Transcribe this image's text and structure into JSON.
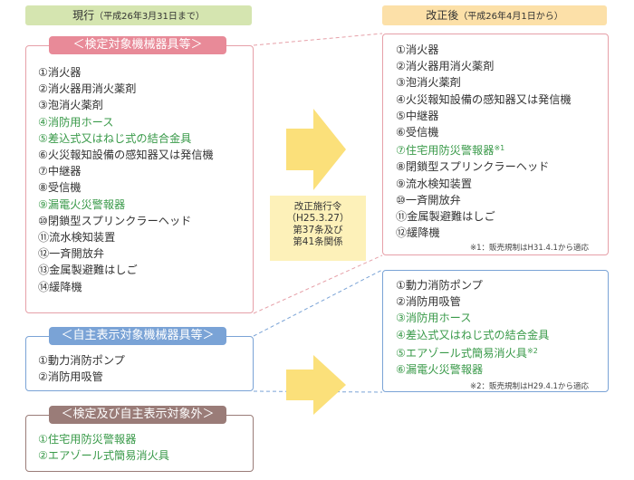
{
  "left_header": {
    "main": "現行",
    "sub": "（平成26年3月31日まで）"
  },
  "right_header": {
    "main": "改正後",
    "sub": "（平成26年4月1日から）"
  },
  "kentei": {
    "title": "＜検定対象機械器具等＞",
    "items": [
      {
        "text": "①消火器",
        "green": false
      },
      {
        "text": "②消火器用消火薬剤",
        "green": false
      },
      {
        "text": "③泡消火薬剤",
        "green": false
      },
      {
        "text": "④消防用ホース",
        "green": true
      },
      {
        "text": "⑤差込式又はねじ式の結合金具",
        "green": true
      },
      {
        "text": "⑥火災報知設備の感知器又は発信機",
        "green": false
      },
      {
        "text": "⑦中継器",
        "green": false
      },
      {
        "text": "⑧受信機",
        "green": false
      },
      {
        "text": "⑨漏電火災警報器",
        "green": true
      },
      {
        "text": "⑩閉鎖型スプリンクラーヘッド",
        "green": false
      },
      {
        "text": "⑪流水検知装置",
        "green": false
      },
      {
        "text": "⑫一斉開放弁",
        "green": false
      },
      {
        "text": "⑬金属製避難はしご",
        "green": false
      },
      {
        "text": "⑭緩降機",
        "green": false
      }
    ]
  },
  "jishu": {
    "title": "＜自主表示対象機械器具等＞",
    "items": [
      {
        "text": "①動力消防ポンプ",
        "green": false
      },
      {
        "text": "②消防用吸管",
        "green": false
      }
    ]
  },
  "gai": {
    "title": "＜検定及び自主表示対象外＞",
    "items": [
      {
        "text": "①住宅用防災警報器",
        "green": true
      },
      {
        "text": "②エアゾール式簡易消火具",
        "green": true
      }
    ]
  },
  "right_top": {
    "items": [
      {
        "text": "①消火器",
        "green": false,
        "sup": ""
      },
      {
        "text": "②消火器用消火薬剤",
        "green": false,
        "sup": ""
      },
      {
        "text": "③泡消火薬剤",
        "green": false,
        "sup": ""
      },
      {
        "text": "④火災報知設備の感知器又は発信機",
        "green": false,
        "sup": ""
      },
      {
        "text": "⑤中継器",
        "green": false,
        "sup": ""
      },
      {
        "text": "⑥受信機",
        "green": false,
        "sup": ""
      },
      {
        "text": "⑦住宅用防災警報器",
        "green": true,
        "sup": "※1"
      },
      {
        "text": "⑧閉鎖型スプリンクラーヘッド",
        "green": false,
        "sup": ""
      },
      {
        "text": "⑨流水検知装置",
        "green": false,
        "sup": ""
      },
      {
        "text": "⑩一斉開放弁",
        "green": false,
        "sup": ""
      },
      {
        "text": "⑪金属製避難はしご",
        "green": false,
        "sup": ""
      },
      {
        "text": "⑫緩降機",
        "green": false,
        "sup": ""
      }
    ],
    "note": "※1：販売規制はH31.4.1から適応"
  },
  "right_bottom": {
    "items": [
      {
        "text": "①動力消防ポンプ",
        "green": false,
        "sup": ""
      },
      {
        "text": "②消防用吸管",
        "green": false,
        "sup": ""
      },
      {
        "text": "③消防用ホース",
        "green": true,
        "sup": ""
      },
      {
        "text": "④差込式又はねじ式の結合金具",
        "green": true,
        "sup": ""
      },
      {
        "text": "⑤エアゾール式簡易消火具",
        "green": true,
        "sup": "※2"
      },
      {
        "text": "⑥漏電火災警報器",
        "green": true,
        "sup": ""
      }
    ],
    "note": "※2：販売規制はH29.4.1から適応"
  },
  "center_label": {
    "line1": "改正施行令",
    "line2": "（H25.3.27）",
    "line3": "第37条及び",
    "line4": "第41条関係"
  },
  "colors": {
    "kentei": "#e6a0a8",
    "kentei_pill": "#e88a98",
    "jishu": "#7aa3d6",
    "gai": "#9a7c78",
    "green_text": "#3a9a4a",
    "left_header_bg": "#d5e5b0",
    "right_header_bg": "#fce0a8",
    "arrow": "#fbe07a"
  }
}
